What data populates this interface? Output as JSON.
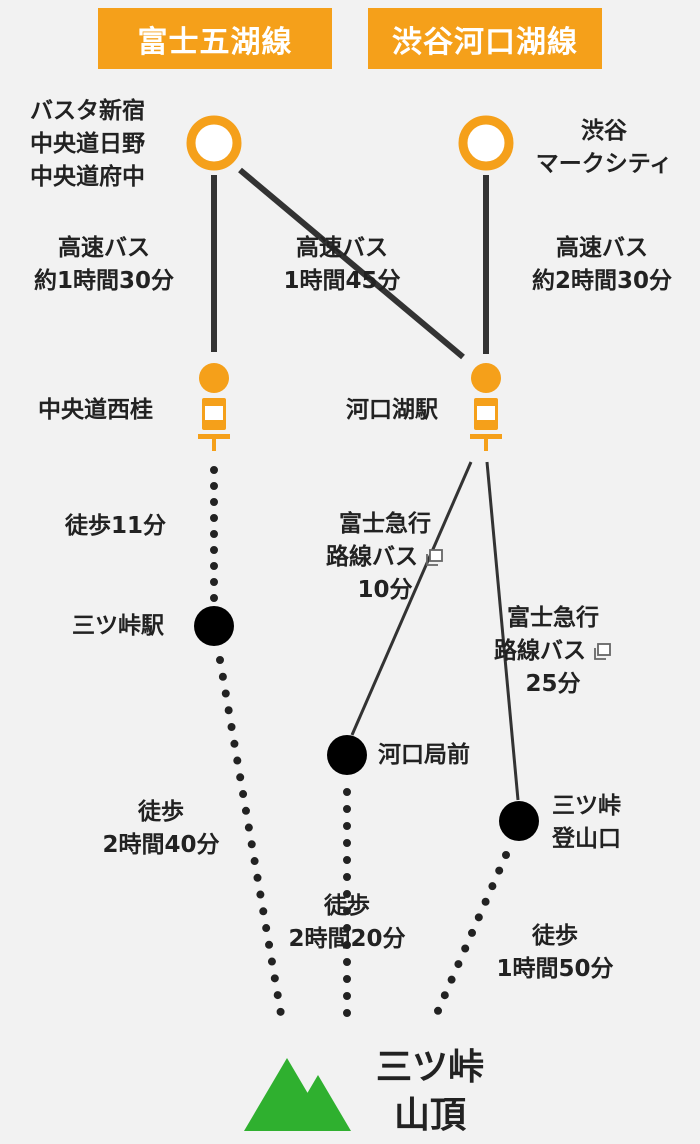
{
  "tabs": {
    "route_fujigoko": "富士五湖線",
    "route_shibuya": "渋谷河口湖線"
  },
  "stations": {
    "shinjuku": [
      "バスタ新宿",
      "中央道日野",
      "中央道府中"
    ],
    "shibuya": [
      "渋谷",
      "マークシティ"
    ],
    "nishikatsura": "中央道西桂",
    "kawaguchiko": "河口湖駅",
    "mitsutoge_station": "三ツ峠駅",
    "kawaguchi_kyokumae": "河口局前",
    "mitsutoge_trailhead": [
      "三ツ峠",
      "登山口"
    ],
    "summit": [
      "三ツ峠",
      "山頂"
    ]
  },
  "segments": {
    "bus1": [
      "高速バス",
      "約1時間30分"
    ],
    "bus2": [
      "高速バス",
      "1時間45分"
    ],
    "bus3": [
      "高速バス",
      "約2時間30分"
    ],
    "walk1": [
      "徒歩11分"
    ],
    "local1": {
      "name": [
        "富士急行",
        "路線バス"
      ],
      "time": "10分"
    },
    "local2": {
      "name": [
        "富士急行",
        "路線バス"
      ],
      "time": "25分"
    },
    "walk2": [
      "徒歩",
      "2時間40分"
    ],
    "walk3": [
      "徒歩",
      "2時間20分"
    ],
    "walk4": [
      "徒歩",
      "1時間50分"
    ]
  },
  "colors": {
    "accent": "#f5a01a",
    "line": "#333333",
    "stop": "#000000",
    "mountain": "#2fb02f",
    "background": "#f2f2f2"
  },
  "icons": {
    "origin": "circle-ring-icon",
    "station": "train-station-icon",
    "stop": "bus-stop-dot-icon",
    "summit": "mountain-icon",
    "link": "external-link-icon"
  }
}
